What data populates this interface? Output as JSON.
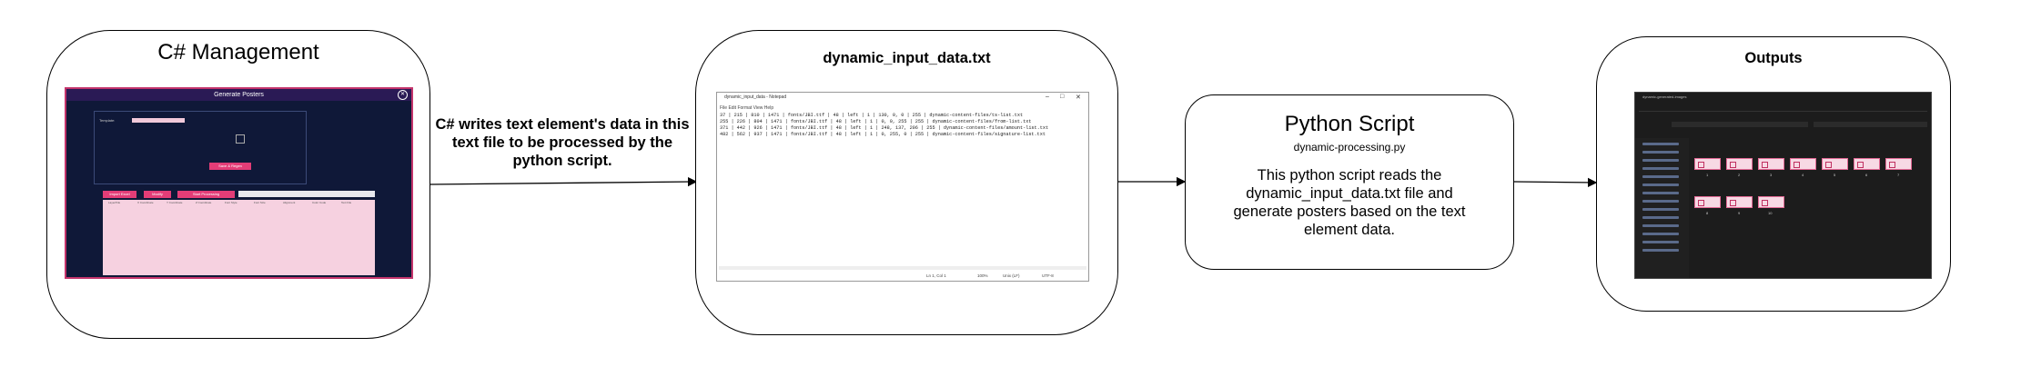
{
  "boxes": {
    "cs_title": "C# Management",
    "txt_title": "dynamic_input_data.txt",
    "py_title": "Python Script",
    "py_subtitle": "dynamic-processing.py",
    "py_desc": "This python script reads the dynamic_input_data.txt file and generate posters based on the text element data.",
    "out_title": "Outputs"
  },
  "edge_label": "C# writes text element's data in this text file to be processed by the python script.",
  "cs_window": {
    "title": "Generate Posters",
    "close": "✕",
    "template_label": "Template:",
    "save_button": "Save & Regen",
    "buttons": [
      "Import Excel",
      "Modify",
      "Start Processing"
    ],
    "columns": [
      "Layer/File",
      "X Coordinate",
      "Y Coordinate",
      "Z Coordinate",
      "Font Style",
      "Font Size",
      "Alignment",
      "Color Code",
      "Text File"
    ]
  },
  "notepad": {
    "title": "dynamic_input_data - Notepad",
    "menu": "File   Edit   Format   View   Help",
    "lines": [
      "37 | 215 | 810 | 1471 | fonts/JBI.ttf | 48 | left | 1 | 130, 0, 0 | 255 | dynamic-content-files/ts-list.txt",
      "255 | 226 | 804 | 1471 | fonts/JBI.ttf | 48 | left | 1 | 0, 0, 255 | 255 | dynamic-content-files/from-list.txt",
      "371 | 442 | 926 | 1471 | fonts/JBI.ttf | 48 | left | 1 | 248, 137, 206 | 255 | dynamic-content-files/amount-list.txt",
      "482 | 562 | 937 | 1471 | fonts/JBI.ttf | 48 | left | 1 | 0, 255, 0 | 255 | dynamic-content-files/signature-list.txt"
    ],
    "status": [
      "Ln 1, Col 1",
      "100%",
      "Unix (LF)",
      "UTF-8"
    ]
  },
  "explorer": {
    "title": "dynamic-generated-images",
    "thumb_labels": [
      "1",
      "2",
      "3",
      "4",
      "5",
      "6",
      "7",
      "8",
      "9",
      "10"
    ]
  }
}
